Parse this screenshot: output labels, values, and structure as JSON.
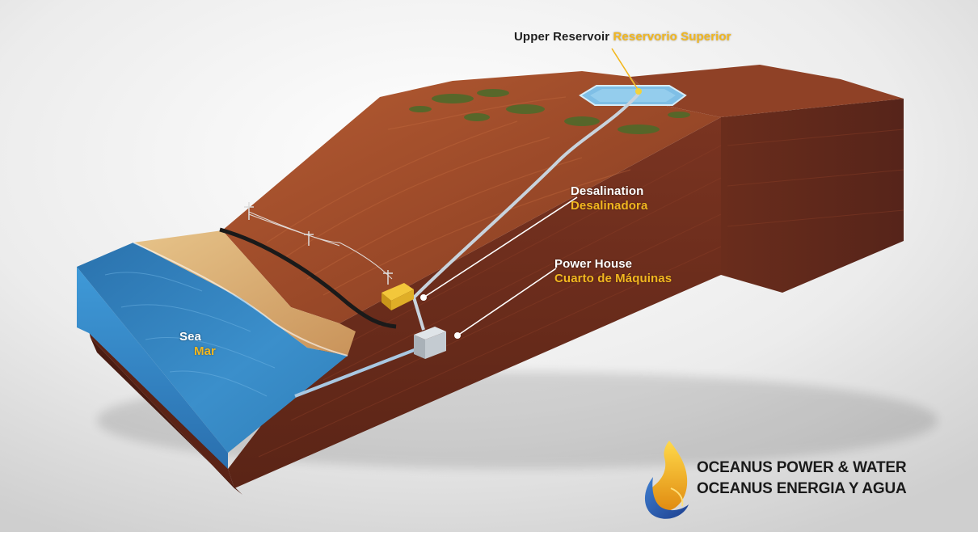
{
  "labels": {
    "upper_reservoir_en": "Upper Reservoir",
    "upper_reservoir_es": "Reservorio Superior",
    "desalination_en": "Desalination",
    "desalination_es": "Desalinadora",
    "power_house_en": "Power House",
    "power_house_es": "Cuarto de Máquinas",
    "sea_en": "Sea",
    "sea_es": "Mar"
  },
  "logo": {
    "line1": "OCEANUS POWER & WATER",
    "line2": "OCEANUS ENERGIA Y AGUA",
    "icon": "flame-drop-icon"
  },
  "colors": {
    "label_accent": "#f2b71f",
    "sea": "#2f86c4",
    "soil": "#6e2c1c",
    "terrain": "#a8522e"
  }
}
